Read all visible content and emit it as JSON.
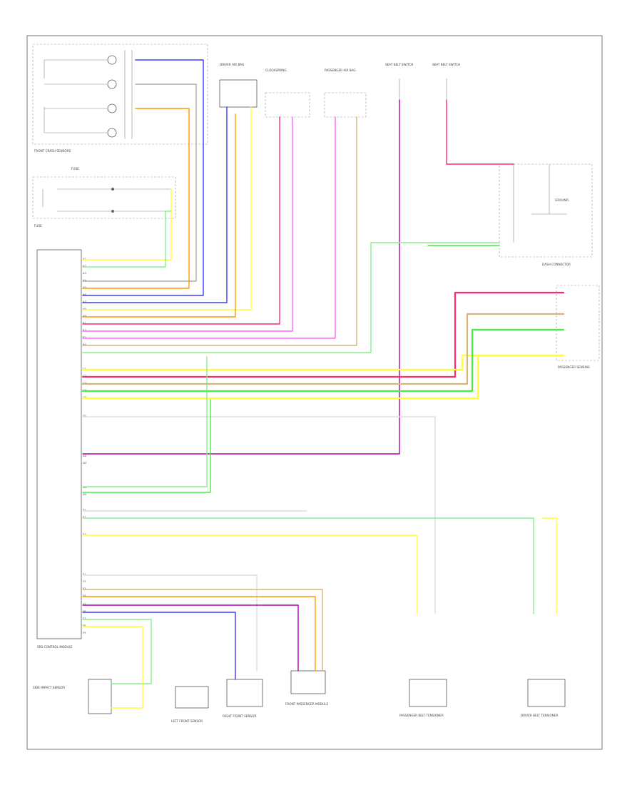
{
  "page_code": "",
  "colors": {
    "blu": "#3b3bff",
    "org": "#ff9900",
    "pnk": "#ff66ff",
    "red": "#ff2a6a",
    "yel": "#ffff33",
    "grn": "#44ee44",
    "lgrn": "#88ee88",
    "tan": "#d6b47a",
    "pur": "#b000b0",
    "gry": "#aaaaaa",
    "wht": "#dddddd"
  },
  "components": [
    {
      "id": "crash-sensors",
      "label": "FRONT CRASH SENSORS"
    },
    {
      "id": "driver-airbag",
      "label": "DRIVER AIR BAG"
    },
    {
      "id": "passenger-airbag",
      "label": "PASSENGER AIR BAG"
    },
    {
      "id": "seatbelt-sw-1",
      "label": "SEAT BELT SWITCH"
    },
    {
      "id": "seatbelt-sw-2",
      "label": "SEAT BELT SWITCH"
    },
    {
      "id": "fuse-1",
      "label": "FUSE"
    },
    {
      "id": "fuse-2",
      "label": "FUSE"
    },
    {
      "id": "srs-control",
      "label": "SRS CONTROL MODULE"
    },
    {
      "id": "passenger-sensing",
      "label": "PASSENGER SENSING"
    },
    {
      "id": "dash-connector",
      "label": "DASH CONNECTOR"
    },
    {
      "id": "ground",
      "label": "GROUND"
    },
    {
      "id": "clockspring",
      "label": "CLOCKSPRING"
    },
    {
      "id": "left-front-sensor",
      "label": "LEFT FRONT SENSOR"
    },
    {
      "id": "right-front-sensor",
      "label": "RIGHT FRONT SENSOR"
    },
    {
      "id": "front-passenger-module",
      "label": "FRONT PASSENGER MODULE"
    },
    {
      "id": "passenger-belt-tensioner",
      "label": "PASSENGER BELT TENSIONER"
    },
    {
      "id": "driver-belt-tensioner",
      "label": "DRIVER BELT TENSIONER"
    },
    {
      "id": "side-impact-sensor",
      "label": "SIDE IMPACT SENSOR"
    }
  ]
}
